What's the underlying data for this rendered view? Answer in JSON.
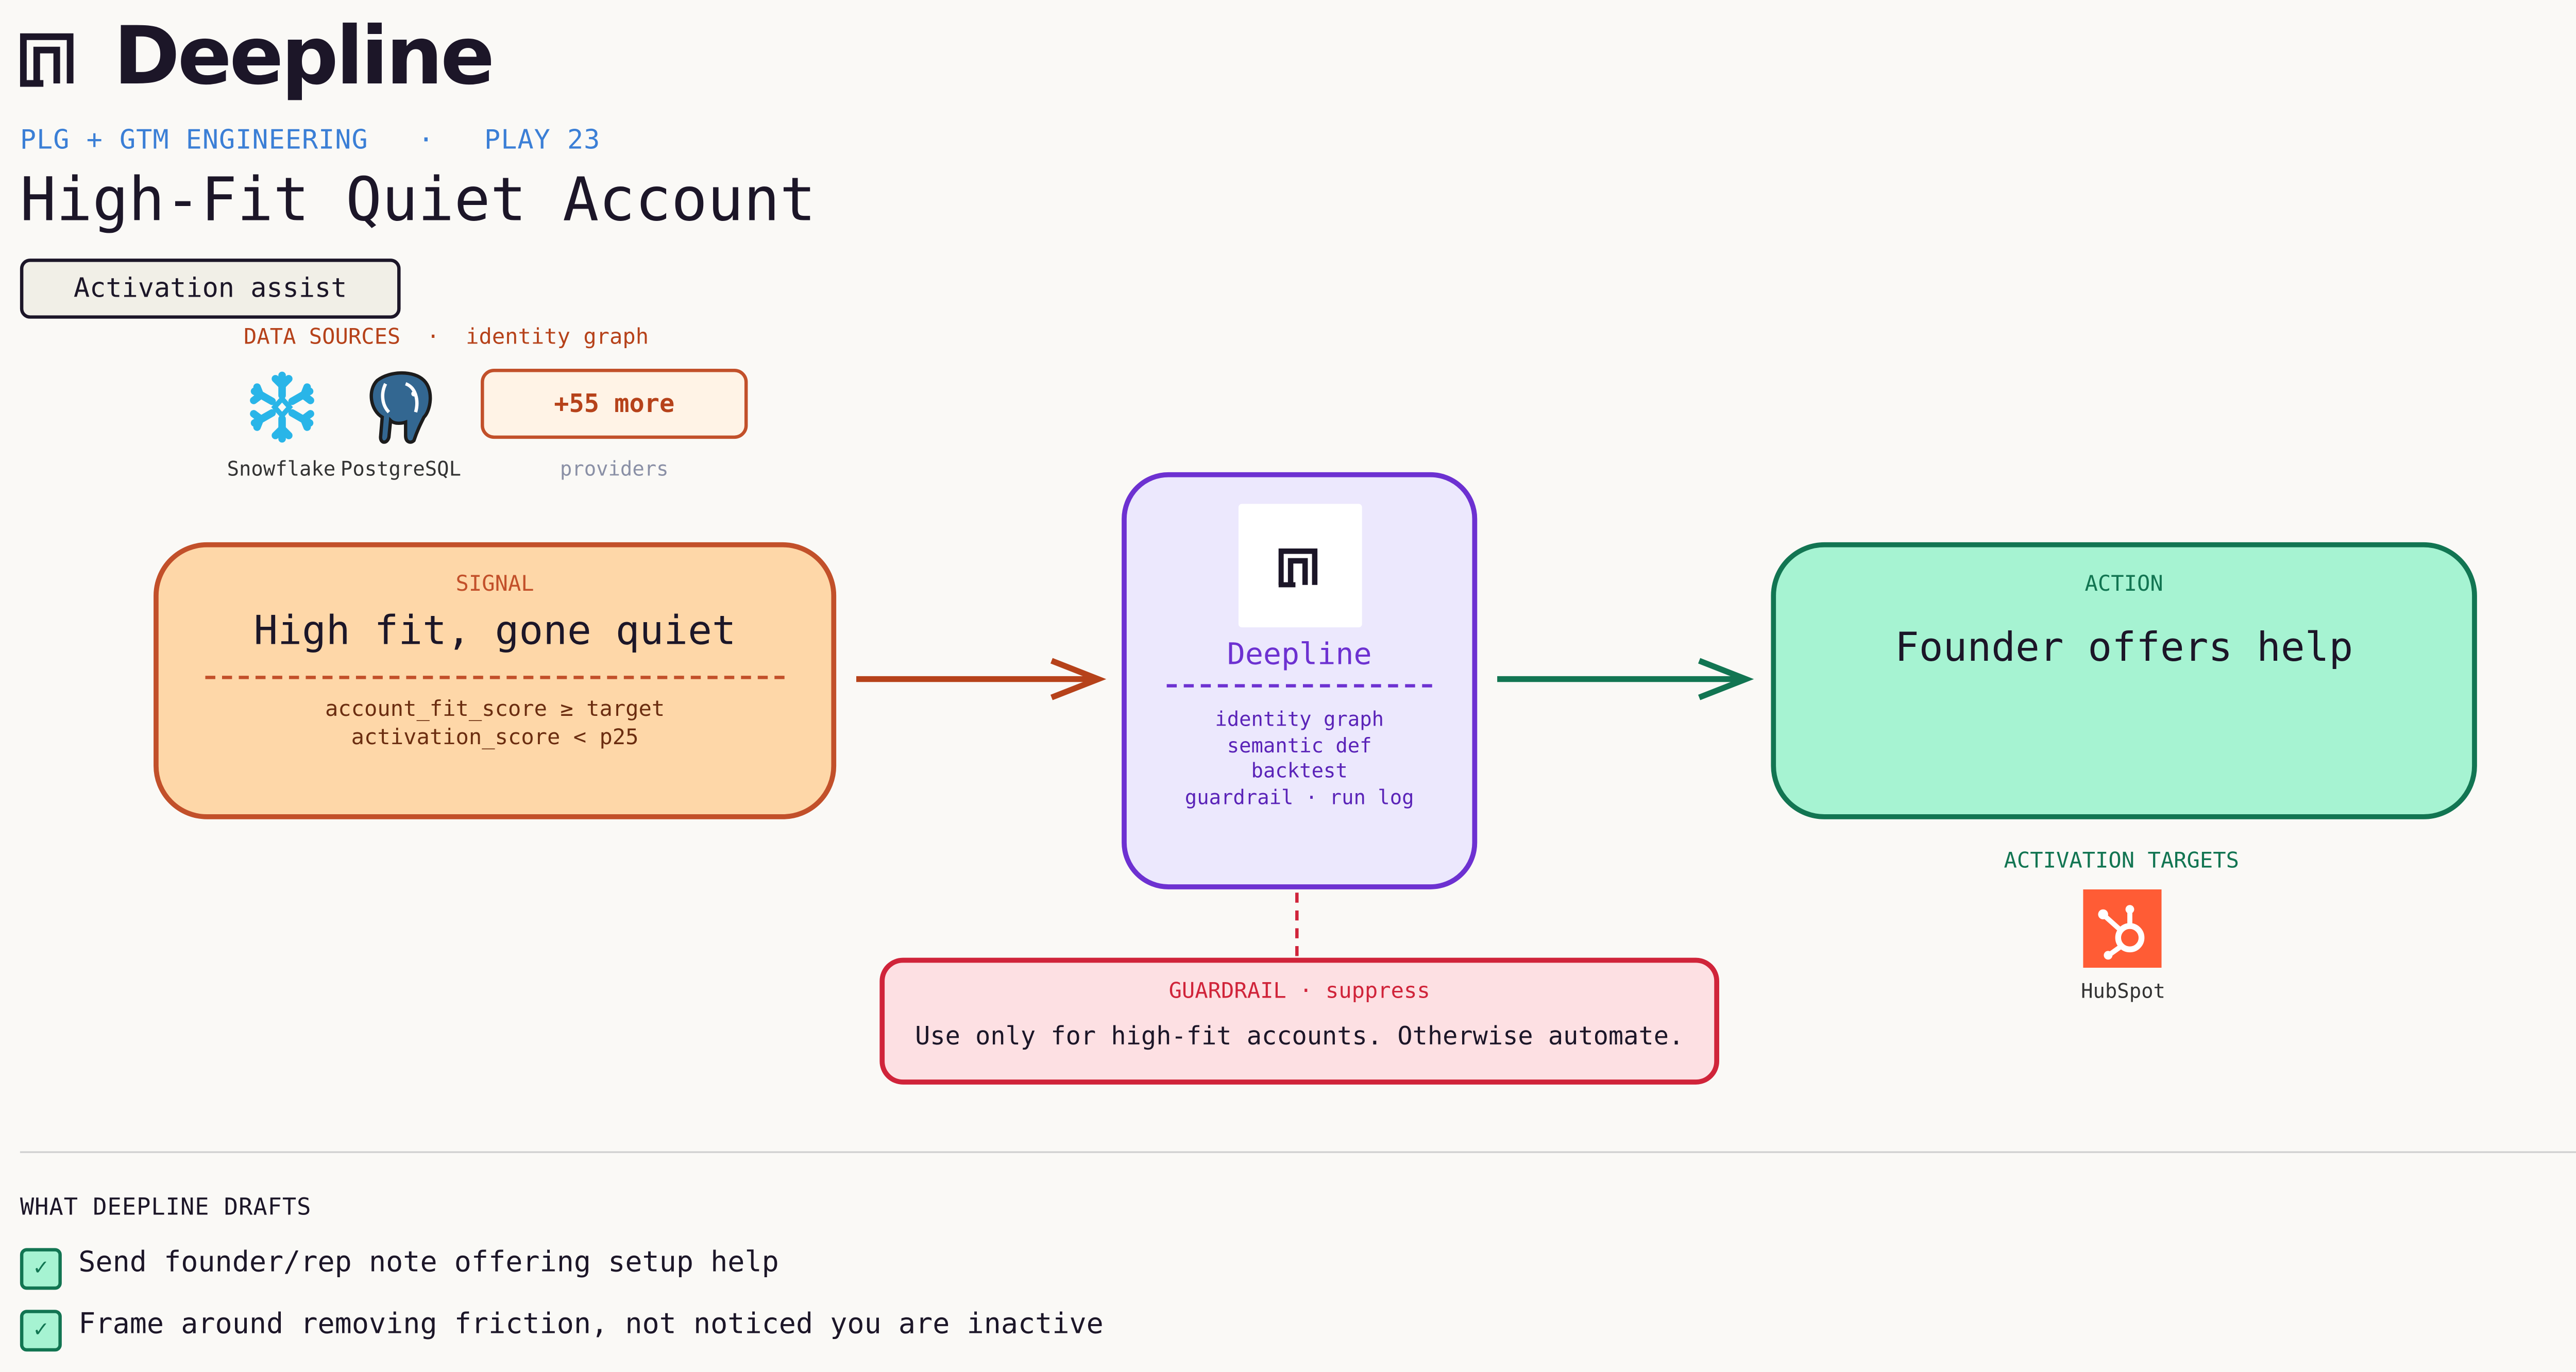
{
  "brand": {
    "name": "Deepline",
    "logo_icon": "deepline-logo-icon"
  },
  "header": {
    "category": "PLG + GTM ENGINEERING",
    "separator": "·",
    "play": "PLAY 23",
    "title": "High-Fit Quiet Account",
    "tag": "Activation assist"
  },
  "data_sources": {
    "heading": "DATA SOURCES",
    "separator": "·",
    "subheading": "identity graph",
    "items": [
      {
        "label": "Snowflake",
        "icon": "snowflake-icon"
      },
      {
        "label": "PostgreSQL",
        "icon": "postgresql-icon"
      }
    ],
    "more_label": "+55 more",
    "more_caption": "providers"
  },
  "signal": {
    "label": "SIGNAL",
    "title": "High fit, gone quiet",
    "conditions": [
      "account_fit_score ≥ target",
      "activation_score < p25"
    ]
  },
  "engine": {
    "name": "Deepline",
    "items": [
      "identity graph",
      "semantic def",
      "backtest",
      "guardrail · run log"
    ]
  },
  "action": {
    "label": "ACTION",
    "title": "Founder offers help"
  },
  "activation_targets": {
    "heading": "ACTIVATION TARGETS",
    "items": [
      {
        "label": "HubSpot",
        "icon": "hubspot-icon"
      }
    ]
  },
  "guardrail": {
    "label": "GUARDRAIL · suppress",
    "text": "Use only for high-fit accounts. Otherwise automate."
  },
  "drafts": {
    "heading": "WHAT DEEPLINE DRAFTS",
    "check_glyph": "✓",
    "items": [
      "Send founder/rep note offering setup help",
      "Frame around removing friction, not noticed you are inactive"
    ]
  },
  "colors": {
    "signal_border": "#c2502a",
    "signal_fill": "#fed7a8",
    "engine_border": "#6d31d1",
    "engine_fill": "#ece8fd",
    "action_border": "#127552",
    "action_fill": "#a6f3d2",
    "guardrail_border": "#d0243a",
    "guardrail_fill": "#fde0e3",
    "accent_blue": "#3b7fd6",
    "snowflake": "#29b5e8",
    "postgres": "#336791",
    "hubspot": "#ff5c35"
  }
}
